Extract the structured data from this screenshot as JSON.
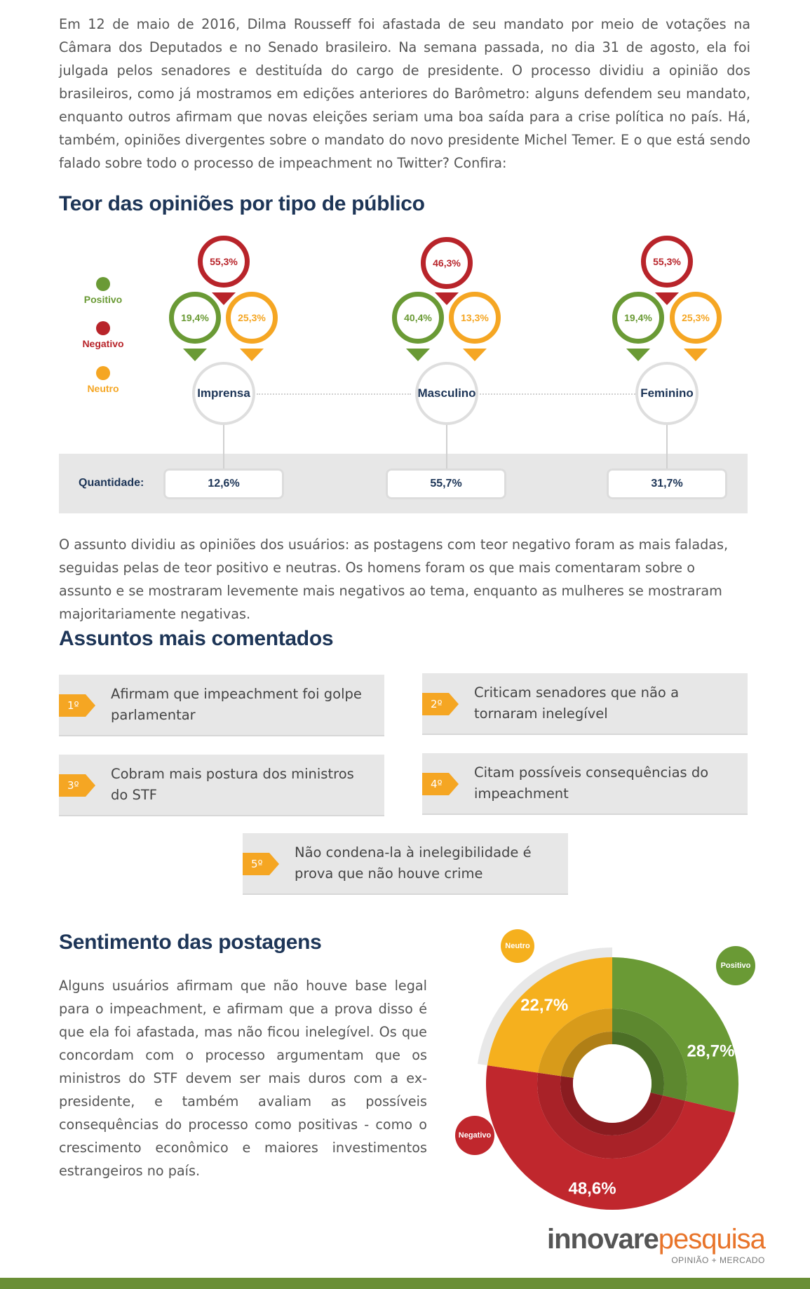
{
  "intro_text": "Em 12 de maio de 2016, Dilma Rousseff foi afastada de seu mandato por meio de votações na Câmara dos Deputados e no Senado brasileiro. Na semana passada, no dia 31 de agosto, ela foi julgada pelos senadores e destituída do cargo de presidente. O processo dividiu a opinião dos brasileiros, como já mostramos em edições anteriores do Barômetro: alguns defendem seu mandato, enquanto outros afirmam que novas eleições seriam uma boa saída para a crise política no país. Há, também, opiniões divergentes sobre o mandato do novo presidente Michel Temer. E o que está sendo falado sobre todo o processo de impeachment no Twitter? Confira:",
  "section1": {
    "title": "Teor das opiniões por tipo de público",
    "legend": [
      {
        "label": "Positivo",
        "color": "#6a9a35"
      },
      {
        "label": "Negativo",
        "color": "#b8242a"
      },
      {
        "label": "Neutro",
        "color": "#f5a623"
      }
    ],
    "quantity_label": "Quantidade:",
    "colors": {
      "positivo": "#6a9a35",
      "negativo": "#b8242a",
      "neutro": "#f5a623"
    }
  },
  "chart_data": [
    {
      "type": "bar",
      "title": "Teor das opiniões por tipo de público",
      "categories": [
        "Imprensa",
        "Masculino",
        "Feminino"
      ],
      "series": [
        {
          "name": "Positivo",
          "values": [
            "19,4%",
            "40,4%",
            "19,4%"
          ],
          "color": "#6a9a35"
        },
        {
          "name": "Negativo",
          "values": [
            "55,3%",
            "46,3%",
            "55,3%"
          ],
          "color": "#b8242a"
        },
        {
          "name": "Neutro",
          "values": [
            "25,3%",
            "13,3%",
            "25,3%"
          ],
          "color": "#f5a623"
        }
      ],
      "quantidade": [
        "12,6%",
        "55,7%",
        "31,7%"
      ]
    },
    {
      "type": "pie",
      "title": "Sentimento das postagens",
      "slices": [
        {
          "label": "Positivo",
          "value": 28.7,
          "display": "28,7%",
          "color": "#6a9a35"
        },
        {
          "label": "Negativo",
          "value": 48.6,
          "display": "48,6%",
          "color": "#c0272d"
        },
        {
          "label": "Neutro",
          "value": 22.7,
          "display": "22,7%",
          "color": "#f5b01e"
        }
      ]
    }
  ],
  "paragraph2": "O assunto dividiu as opiniões dos usuários: as postagens com teor negativo foram as mais faladas, seguidas pelas de teor positivo e neutras. Os homens foram os que mais comentaram sobre o assunto e se mostraram levemente mais negativos ao tema, enquanto as mulheres se mostraram majoritariamente negativas.",
  "section2": {
    "title": "Assuntos mais comentados",
    "topics": [
      {
        "rank": "1º",
        "text": "Afirmam que impeachment foi golpe parlamentar"
      },
      {
        "rank": "2º",
        "text": "Criticam senadores que não a tornaram inelegível"
      },
      {
        "rank": "3º",
        "text": "Cobram mais postura dos ministros do STF"
      },
      {
        "rank": "4º",
        "text": "Citam possíveis consequências do impeachment"
      },
      {
        "rank": "5º",
        "text": "Não condena-la à inelegibilidade é prova que não houve crime"
      }
    ]
  },
  "section3": {
    "title": "Sentimento das postagens",
    "text": "Alguns usuários afirmam que não houve base legal para o impeachment, e afirmam que a prova disso é que ela foi afastada, mas não ficou inelegível. Os que concordam com o processo argumentam que os ministros do STF devem ser mais duros com a ex-presidente, e também avaliam as possíveis consequências do processo como positivas - como o crescimento econômico e maiores investimentos estrangeiros no país."
  },
  "logo": {
    "part1": "innovare",
    "part2": "pesquisa",
    "tagline": "OPINIÃO + MERCADO",
    "color_dark": "#555555",
    "color_accent": "#e8742a"
  }
}
